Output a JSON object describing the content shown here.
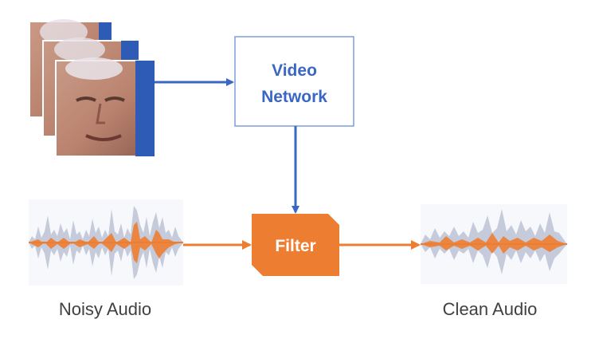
{
  "colors": {
    "video_blue": "#3a66c4",
    "box_border": "#7f9ed8",
    "filter_orange": "#ed7d31",
    "wave_gray": "#c5cbdb",
    "caption_text": "#404040"
  },
  "nodes": {
    "video_network": {
      "line1": "Video",
      "line2": "Network"
    },
    "filter": {
      "label": "Filter"
    }
  },
  "captions": {
    "input_audio": "Noisy Audio",
    "output_audio": "Clean Audio"
  }
}
